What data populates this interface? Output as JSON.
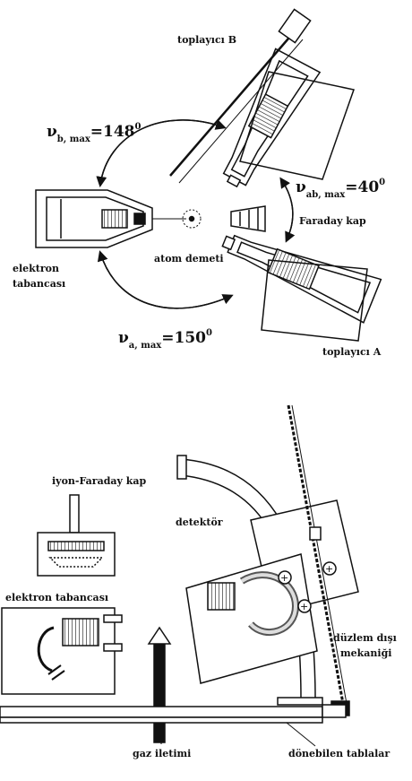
{
  "top_diagram": {
    "collector_b": "toplayıcı B",
    "collector_a": "toplayıcı A",
    "electron_gun": [
      "elektron",
      "tabancası"
    ],
    "atom_beam": "atom demeti",
    "faraday_cup": "Faraday kap",
    "angle_b": {
      "symbol": "ν",
      "subscript": "b, max",
      "value": "=148",
      "sup": "0"
    },
    "angle_ab": {
      "symbol": "ν",
      "subscript": "ab, max",
      "value": "=40",
      "sup": "0"
    },
    "angle_a": {
      "symbol": "ν",
      "subscript": "a, max",
      "value": "=150",
      "sup": "0"
    }
  },
  "bottom_diagram": {
    "ion_faraday_cup": "iyon-Faraday kap",
    "electron_gun": "elektron tabancası",
    "detector": "detektör",
    "out_of_plane": [
      "düzlem dışı",
      "mekaniği"
    ],
    "gas_inlet": "gaz iletimi",
    "rotatable_tables": "dönebilen tablalar"
  },
  "colors": {
    "ink": "#111111",
    "paper": "#ffffff",
    "shade": "#9a9a9a"
  }
}
